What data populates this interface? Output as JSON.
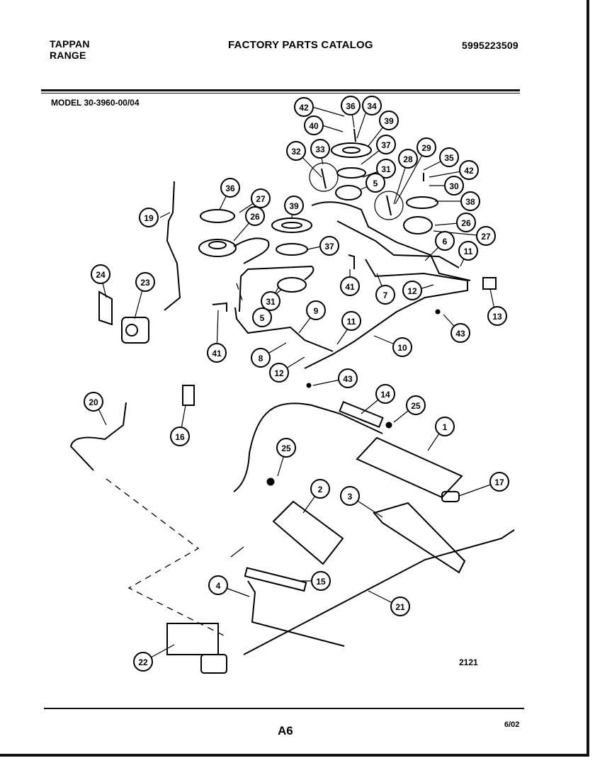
{
  "header": {
    "brand_line1": "TAPPAN",
    "brand_line2": "RANGE",
    "catalog_title": "FACTORY PARTS CATALOG",
    "catalog_number": "5995223509",
    "model": "MODEL 30-3960-00/04"
  },
  "diagram": {
    "number": "2121",
    "callouts": [
      "42",
      "36",
      "34",
      "39",
      "40",
      "32",
      "33",
      "37",
      "31",
      "5",
      "28",
      "29",
      "35",
      "42",
      "30",
      "38",
      "36",
      "27",
      "26",
      "39",
      "37",
      "31",
      "5",
      "26",
      "27",
      "6",
      "11",
      "41",
      "7",
      "12",
      "13",
      "43",
      "19",
      "24",
      "23",
      "41",
      "9",
      "11",
      "10",
      "8",
      "12",
      "43",
      "14",
      "25",
      "1",
      "20",
      "16",
      "25",
      "17",
      "2",
      "3",
      "4",
      "15",
      "21",
      "22"
    ]
  },
  "footer": {
    "page": "A6",
    "date": "6/02"
  }
}
